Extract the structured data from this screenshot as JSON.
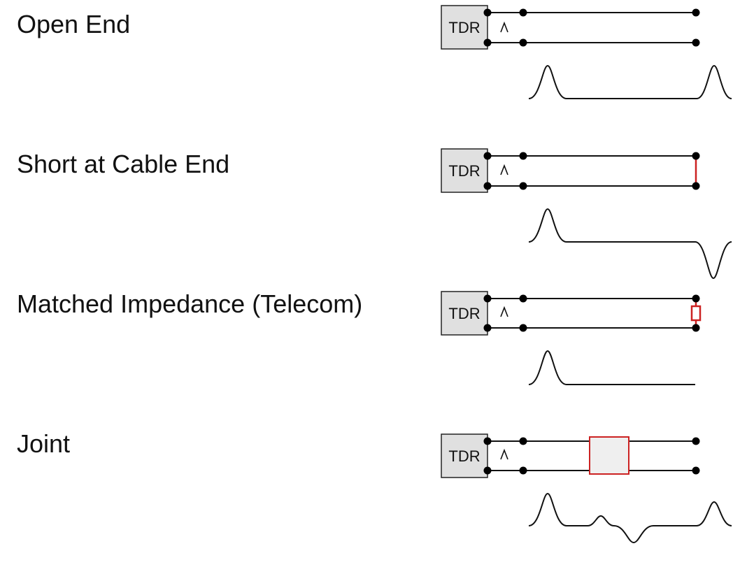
{
  "cases": [
    {
      "title": "Open End",
      "tdr_label": "TDR",
      "termination": "open"
    },
    {
      "title": "Short at Cable End",
      "tdr_label": "TDR",
      "termination": "short"
    },
    {
      "title": "Matched Impedance (Telecom)",
      "tdr_label": "TDR",
      "termination": "resistor"
    },
    {
      "title": "Joint",
      "tdr_label": "TDR",
      "termination": "joint"
    }
  ],
  "colors": {
    "wire": "#111111",
    "tdr_fill": "#e0e0e0",
    "fault_marker": "#cc2222",
    "joint_fill": "#efefef"
  }
}
